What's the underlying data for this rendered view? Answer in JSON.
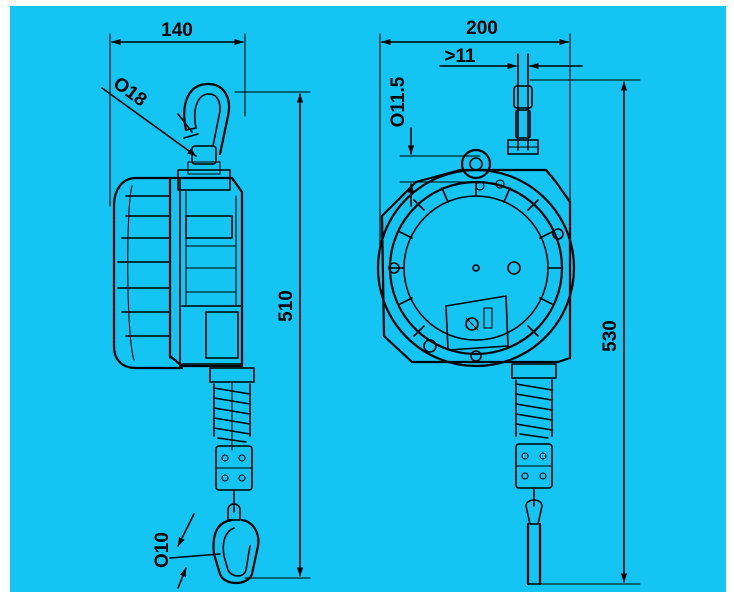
{
  "colors": {
    "background": "#14c4f2",
    "line": "#000000",
    "frame": "#ffffff"
  },
  "dimensions": {
    "side_width": "140",
    "hook_diameter": "O18",
    "side_height": "510",
    "clip_diameter": "O10",
    "front_width": "200",
    "cable_offset": ">11",
    "eye_diameter": "O11.5",
    "front_height": "530"
  }
}
